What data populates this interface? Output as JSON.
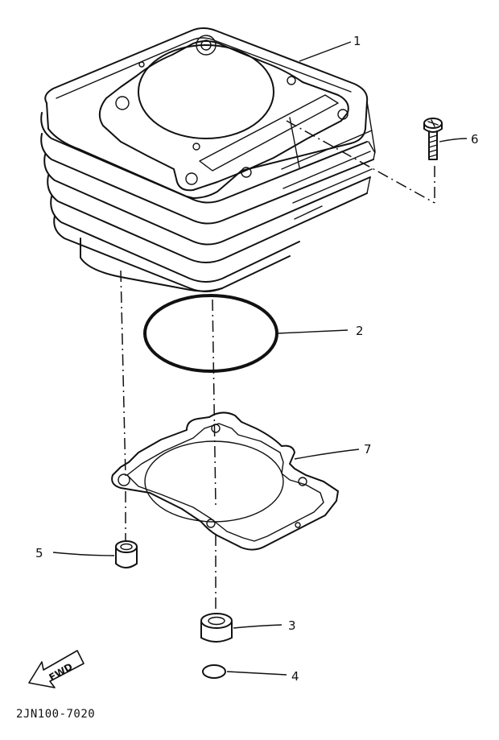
{
  "diagram": {
    "callouts": {
      "c1": "1",
      "c2": "2",
      "c3": "3",
      "c4": "4",
      "c5": "5",
      "c6": "6",
      "c7": "7"
    },
    "fwd_label": "FWD",
    "drawing_code": "2JN100-7020"
  }
}
